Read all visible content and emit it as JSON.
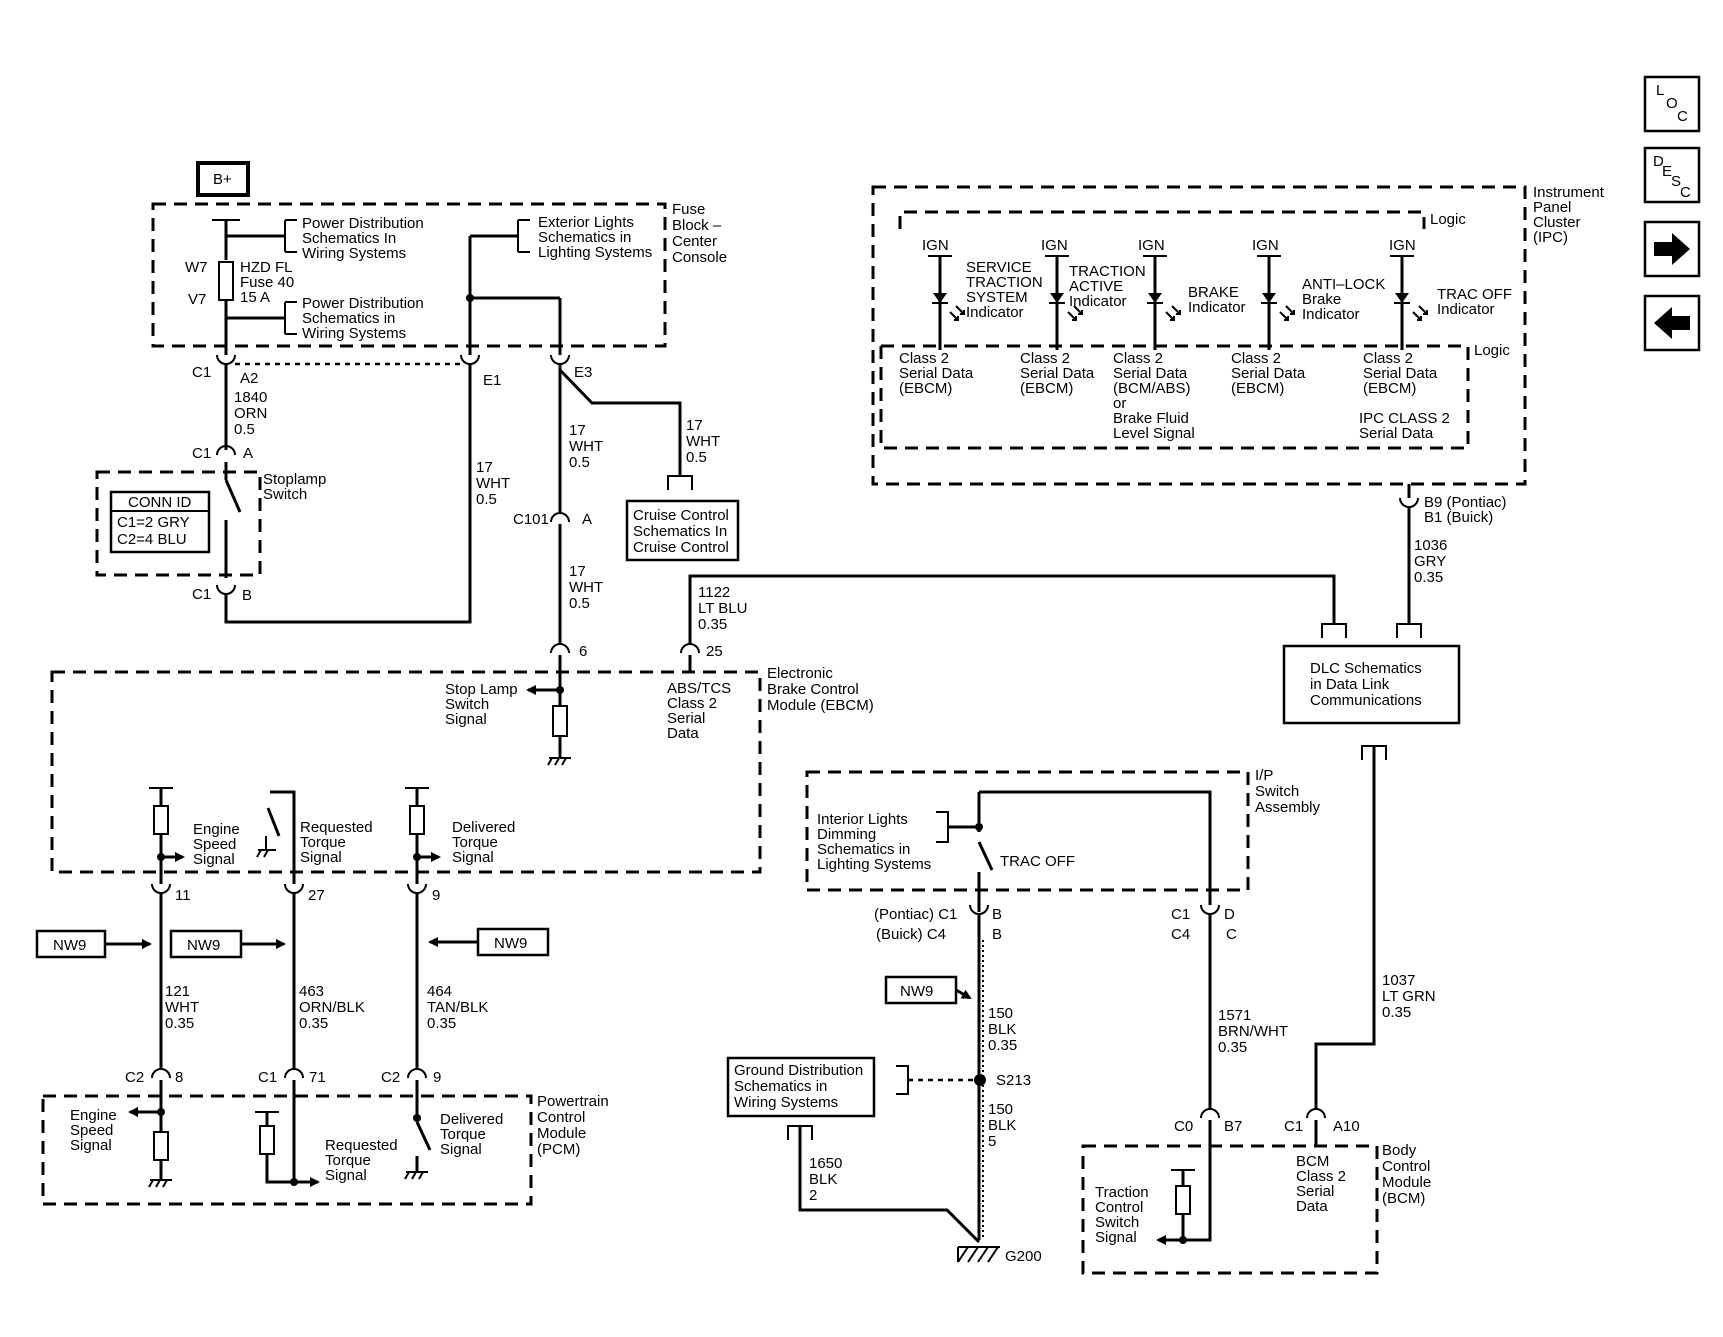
{
  "nav": {
    "loc_l": "L",
    "loc_o": "O",
    "loc_c": "C",
    "desc_d": "D",
    "desc_e": "E",
    "desc_s": "S",
    "desc_c": "C"
  },
  "bplus": "B+",
  "fuse_block": {
    "label": [
      "Fuse",
      "Block –",
      "Center",
      "Console"
    ],
    "pd_top": [
      "Power Distribution",
      "Schematics In",
      "Wiring Systems"
    ],
    "pd_bottom": [
      "Power Distribution",
      "Schematics in",
      "Wiring Systems"
    ],
    "ext_lights": [
      "Exterior Lights",
      "Schematics in",
      "Lighting Systems"
    ],
    "w7": "W7",
    "v7": "V7",
    "fuse": [
      "HZD FL",
      "Fuse 40",
      "15 A"
    ]
  },
  "conn": {
    "c1_a2": "C1",
    "a2": "A2",
    "e1": "E1",
    "e3": "E3",
    "c1_a": "C1",
    "a": "A",
    "c1_b": "C1",
    "b": "B",
    "c101": "C101",
    "c101_a": "A",
    "pin6": "6",
    "pin25": "25",
    "pin11": "11",
    "pin27": "27",
    "pin9": "9",
    "c2_8": "C2",
    "pin8": "8",
    "c1_71": "C1",
    "pin71": "71",
    "c2_9": "C2",
    "pin9b": "9",
    "b9": [
      "B9 (Pontiac)",
      "B1 (Buick)"
    ],
    "pontiac_c1": "(Pontiac) C1",
    "buick_c4": "(Buick)    C4",
    "pb": "B",
    "pb2": "B",
    "c1_d": "C1",
    "c4_c": "C4",
    "d": "D",
    "c": "C",
    "c0": "C0",
    "b7": "B7",
    "c1_a10": "C1",
    "a10": "A10",
    "s213": "S213",
    "g200": "G200"
  },
  "wires": {
    "w1840": [
      "1840",
      "ORN",
      "0.5"
    ],
    "w17_a": [
      "17",
      "WHT",
      "0.5"
    ],
    "w17_b": [
      "17",
      "WHT",
      "0.5"
    ],
    "w17_c": [
      "17",
      "WHT",
      "0.5"
    ],
    "w17_d": [
      "17",
      "WHT",
      "0.5"
    ],
    "w1122": [
      "1122",
      "LT BLU",
      "0.35"
    ],
    "w1036": [
      "1036",
      "GRY",
      "0.35"
    ],
    "w121": [
      "121",
      "WHT",
      "0.35"
    ],
    "w463": [
      "463",
      "ORN/BLK",
      "0.35"
    ],
    "w464": [
      "464",
      "TAN/BLK",
      "0.35"
    ],
    "w150a": [
      "150",
      "BLK",
      "0.35"
    ],
    "w150b": [
      "150",
      "BLK",
      "5"
    ],
    "w1650": [
      "1650",
      "BLK",
      "2"
    ],
    "w1571": [
      "1571",
      "BRN/WHT",
      "0.35"
    ],
    "w1037": [
      "1037",
      "LT GRN",
      "0.35"
    ]
  },
  "stoplamp": {
    "label": [
      "Stoplamp",
      "Switch"
    ],
    "conn_id_title": "CONN ID",
    "conn_id_rows": [
      "C1=2 GRY",
      "C2=4 BLU"
    ]
  },
  "cruise": [
    "Cruise Control",
    "Schematics In",
    "Cruise Control"
  ],
  "ebcm": {
    "label": [
      "Electronic",
      "Brake Control",
      "Module (EBCM)"
    ],
    "stop_lamp": [
      "Stop Lamp",
      "Switch",
      "Signal"
    ],
    "abs": [
      "ABS/TCS",
      "Class 2",
      "Serial",
      "Data"
    ],
    "engine": [
      "Engine",
      "Speed",
      "Signal"
    ],
    "requested": [
      "Requested",
      "Torque",
      "Signal"
    ],
    "delivered": [
      "Delivered",
      "Torque",
      "Signal"
    ]
  },
  "nw9": "NW9",
  "pcm": {
    "label": [
      "Powertrain",
      "Control",
      "Module",
      "(PCM)"
    ],
    "engine": [
      "Engine",
      "Speed",
      "Signal"
    ],
    "requested": [
      "Requested",
      "Torque",
      "Signal"
    ],
    "delivered": [
      "Delivered",
      "Torque",
      "Signal"
    ]
  },
  "ipc": {
    "label": [
      "Instrument",
      "Panel",
      "Cluster",
      "(IPC)"
    ],
    "logic": "Logic",
    "ign": "IGN",
    "indicators": [
      [
        "SERVICE",
        "TRACTION",
        "SYSTEM",
        "Indicator"
      ],
      [
        "TRACTION",
        "ACTIVE",
        "Indicator"
      ],
      [
        "BRAKE",
        "Indicator"
      ],
      [
        "ANTI–LOCK",
        "Brake",
        "Indicator"
      ],
      [
        "TRAC OFF",
        "Indicator"
      ]
    ],
    "serial": [
      [
        "Class 2",
        "Serial Data",
        "(EBCM)"
      ],
      [
        "Class 2",
        "Serial Data",
        "(EBCM)"
      ],
      [
        "Class 2",
        "Serial Data",
        "(BCM/ABS)",
        "or",
        "Brake Fluid",
        "Level Signal"
      ],
      [
        "Class 2",
        "Serial Data",
        "(EBCM)"
      ],
      [
        "Class 2",
        "Serial Data",
        "(EBCM)",
        "",
        "IPC CLASS 2",
        "Serial Data"
      ]
    ]
  },
  "dlc": [
    "DLC Schematics",
    "in Data Link",
    "Communications"
  ],
  "ip_switch": {
    "label": [
      "I/P",
      "Switch",
      "Assembly"
    ],
    "dimming": [
      "Interior Lights",
      "Dimming",
      "Schematics in",
      "Lighting Systems"
    ],
    "trac_off": "TRAC OFF"
  },
  "ground_dist": [
    "Ground Distribution",
    "Schematics in",
    "Wiring Systems"
  ],
  "bcm": {
    "label": [
      "Body",
      "Control",
      "Module",
      "(BCM)"
    ],
    "tcs": [
      "Traction",
      "Control",
      "Switch",
      "Signal"
    ],
    "serial": [
      "BCM",
      "Class 2",
      "Serial",
      "Data"
    ]
  }
}
